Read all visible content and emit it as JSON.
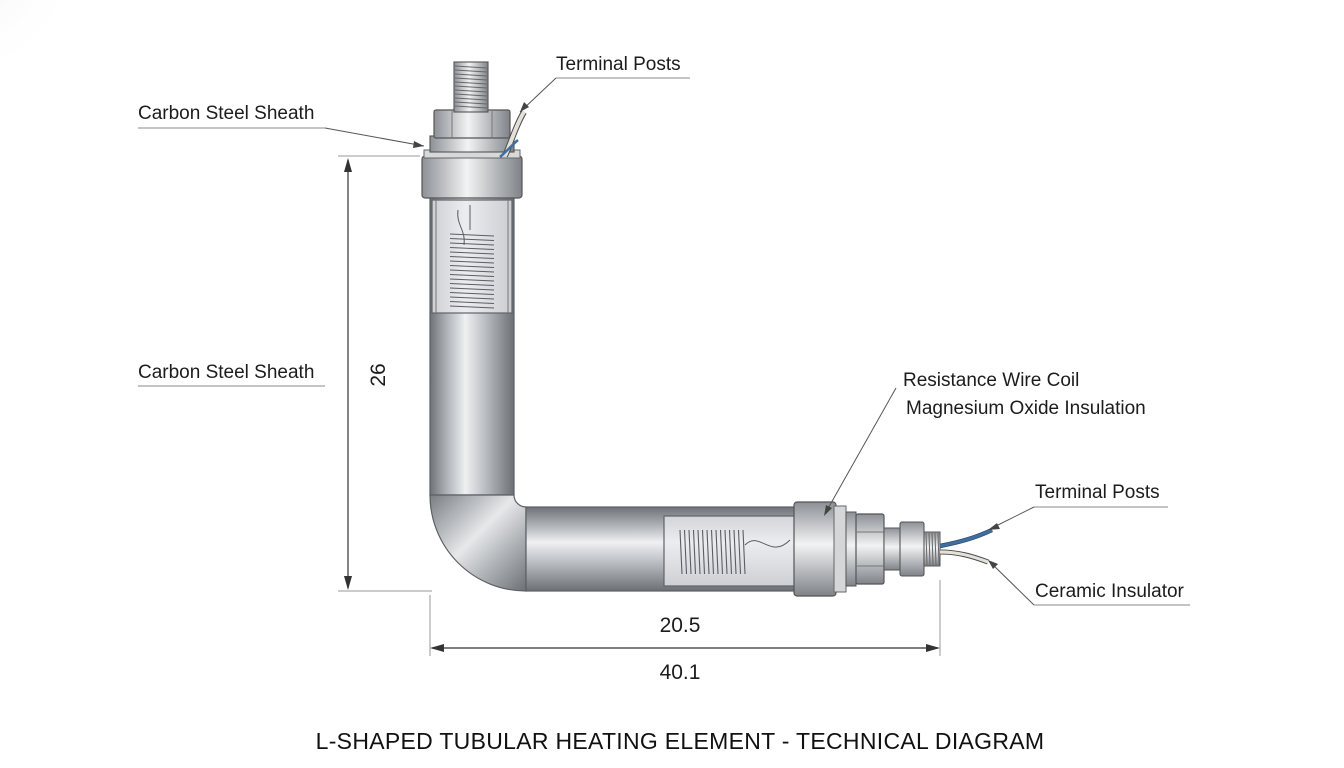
{
  "diagram": {
    "title": "L-SHAPED TUBULAR HEATING ELEMENT - TECHNICAL DIAGRAM",
    "labels": {
      "terminal_posts_top": "Terminal Posts",
      "carbon_steel_sheath_top": "Carbon Steel Sheath",
      "carbon_steel_sheath_mid": "Carbon Steel Sheath",
      "resistance_wire_coil": "Resistance Wire Coil",
      "magnesium_oxide_insulation": "Magnesium Oxide Insulation",
      "terminal_posts_right": "Terminal Posts",
      "ceramic_insulator": "Ceramic Insulator"
    },
    "dimensions": {
      "vertical_height": "26",
      "horizontal_leg": "20.5",
      "overall_length": "40.1"
    },
    "colors": {
      "sheath_metal": "#b9bcc0",
      "lead_wire_blue": "#3f6fa0",
      "lead_wire_white": "#e4e1da"
    }
  }
}
